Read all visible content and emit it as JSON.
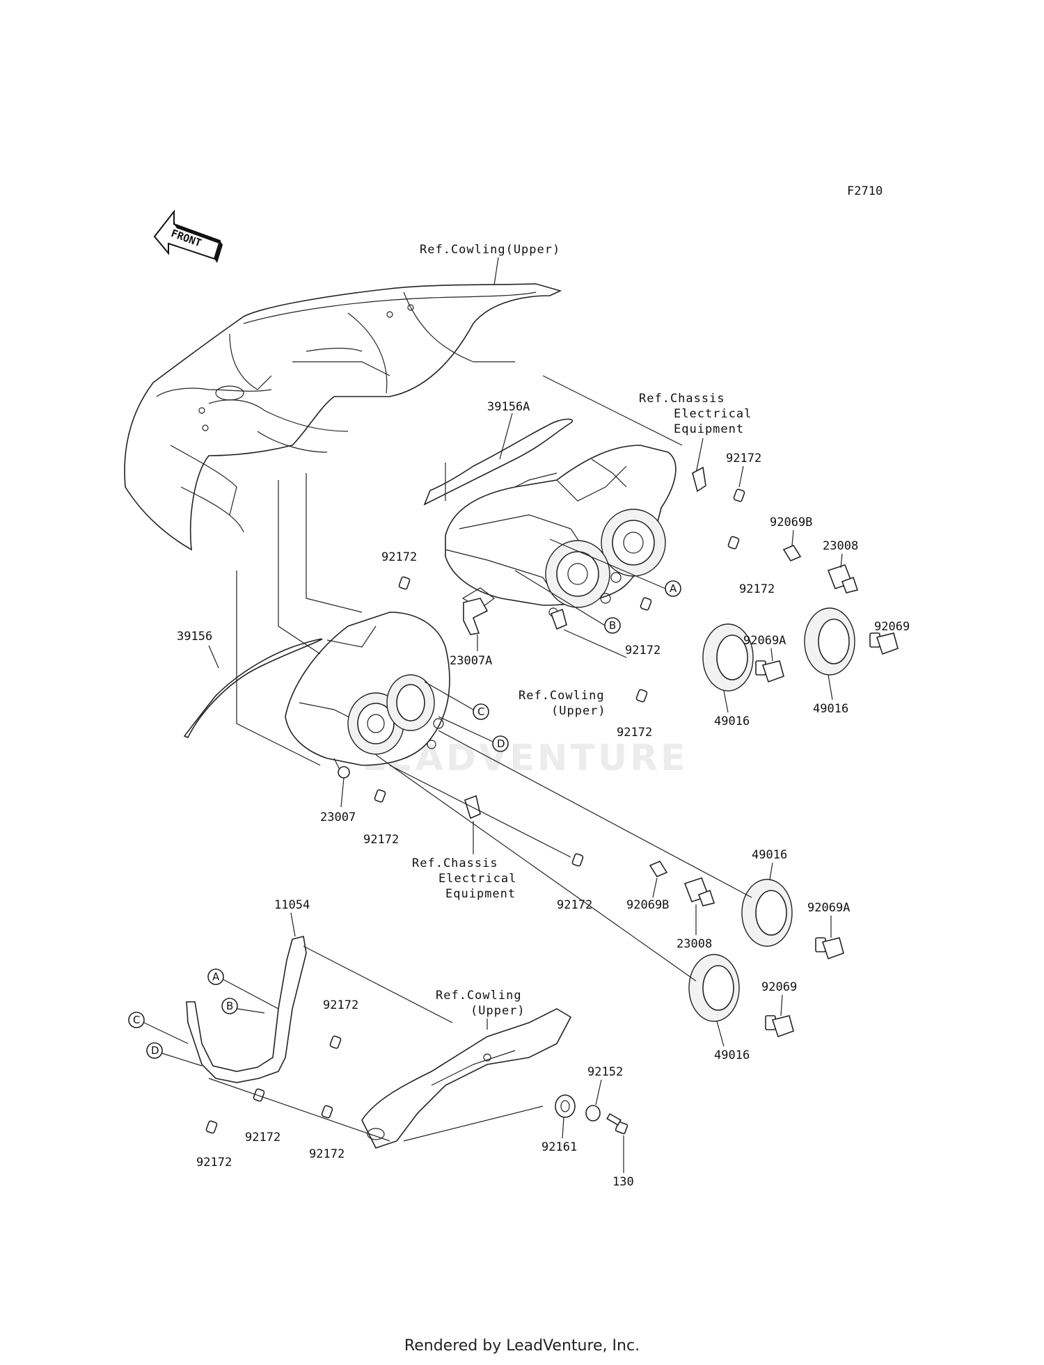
{
  "diagram_code": "F2710",
  "front_label": "FRONT",
  "watermark": "LEADVENTURE",
  "footer": "Rendered by LeadVenture, Inc.",
  "refs": {
    "cowling_upper_top": "Ref.Cowling(Upper)",
    "chassis_top_1": "Ref.Chassis",
    "chassis_top_2": "Electrical",
    "chassis_top_3": "Equipment",
    "cowling_mid_1": "Ref.Cowling",
    "cowling_mid_2": "(Upper)",
    "chassis_mid_1": "Ref.Chassis",
    "chassis_mid_2": "Electrical",
    "chassis_mid_3": "Equipment",
    "cowling_bottom_1": "Ref.Cowling",
    "cowling_bottom_2": "(Upper)"
  },
  "callouts": {
    "c_39156A": "39156A",
    "c_39156": "39156",
    "c_92172_a": "92172",
    "c_92172_b": "92172",
    "c_92172_c": "92172",
    "c_92172_d": "92172",
    "c_92172_e": "92172",
    "c_92172_f": "92172",
    "c_92172_g": "92172",
    "c_92172_h": "92172",
    "c_92172_i": "92172",
    "c_92172_j": "92172",
    "c_92172_k": "92172",
    "c_92069B_top": "92069B",
    "c_23008_top": "23008",
    "c_92069_top": "92069",
    "c_92069A_top": "92069A",
    "c_49016_a": "49016",
    "c_49016_b": "49016",
    "c_49016_c": "49016",
    "c_49016_d": "49016",
    "c_23007A": "23007A",
    "c_23007": "23007",
    "c_92069B_mid": "92069B",
    "c_23008_mid": "23008",
    "c_92069A_mid": "92069A",
    "c_92069_mid": "92069",
    "c_11054": "11054",
    "c_92152": "92152",
    "c_92161": "92161",
    "c_130": "130"
  },
  "letters": {
    "A": "A",
    "B": "B",
    "C": "C",
    "D": "D"
  }
}
